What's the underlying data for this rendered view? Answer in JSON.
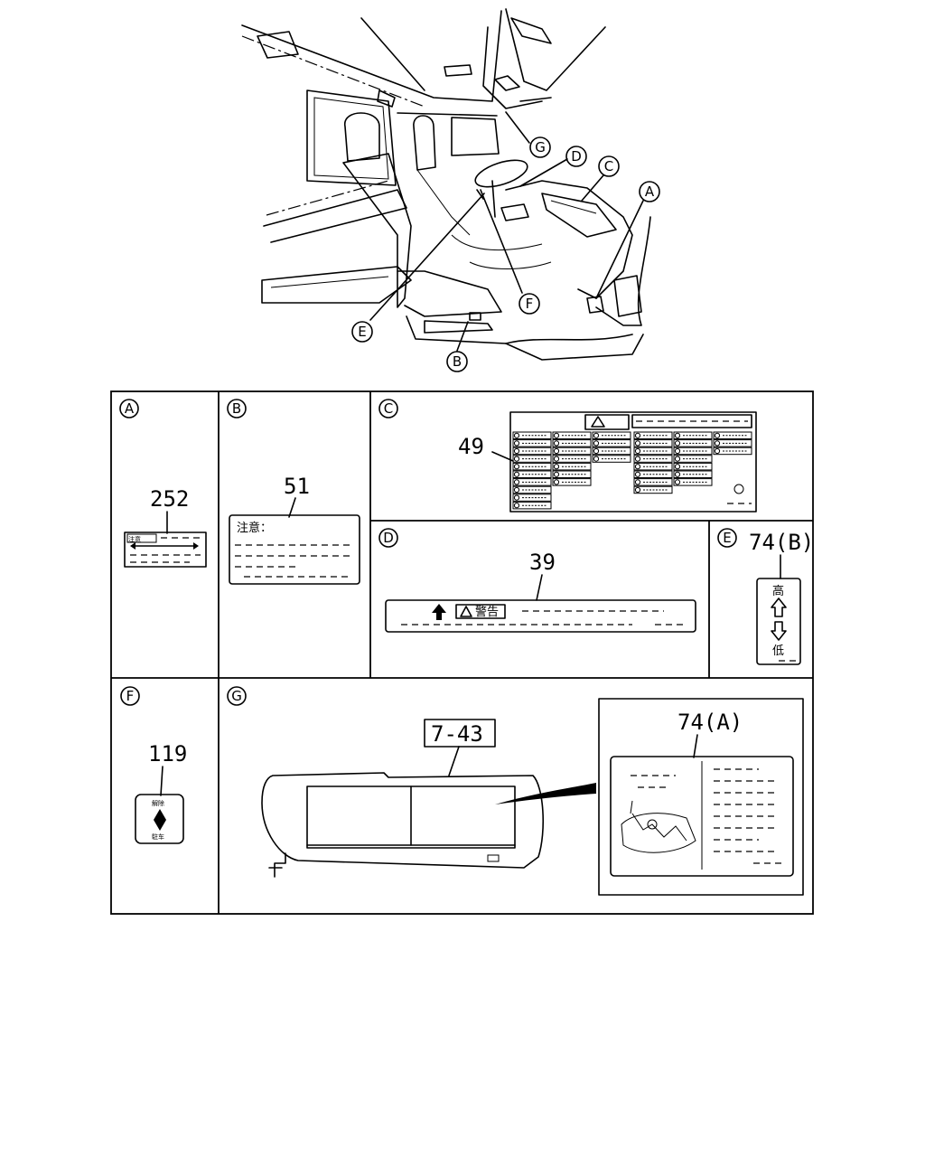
{
  "callouts": {
    "A": "A",
    "B": "B",
    "C": "C",
    "D": "D",
    "E": "E",
    "F": "F",
    "G": "G"
  },
  "panels": {
    "A": {
      "letter": "A",
      "part_number": "252",
      "label_heading": "注意"
    },
    "B": {
      "letter": "B",
      "part_number": "51",
      "label_heading": "注意："
    },
    "C": {
      "letter": "C",
      "part_number": "49"
    },
    "D": {
      "letter": "D",
      "part_number": "39",
      "label_heading": "警告"
    },
    "E": {
      "letter": "E",
      "part_number": "74(B)",
      "high": "高",
      "low": "低"
    },
    "F": {
      "letter": "F",
      "part_number": "119",
      "top_text": "解除",
      "bottom_text": "駐车"
    },
    "G": {
      "letter": "G",
      "ref_number": "7-43",
      "part_number": "74(A)"
    }
  }
}
